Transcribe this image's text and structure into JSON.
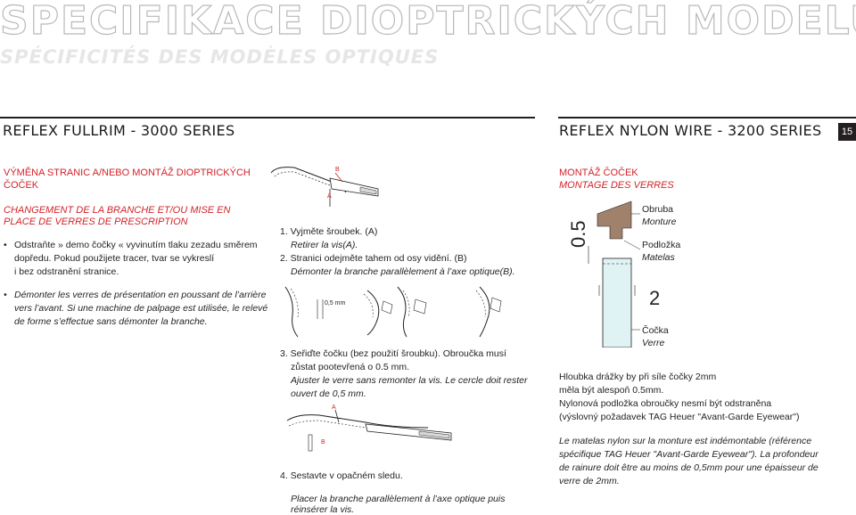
{
  "header": {
    "title": "SPECIFIKACE DIOPTRICKÝCH MODELŮ",
    "subtitle": "SPÉCIFICITÉS DES MODÈLES OPTIQUES"
  },
  "left_series": "REFLEX FULLRIM - 3000 SERIES",
  "right_series": "REFLEX NYLON WIRE - 3200 SERIES",
  "page_number": "15",
  "left": {
    "heading_cz_1": "VÝMĚNA STRANIC A/NEBO MONTÁŽ DIOPTRICKÝCH",
    "heading_cz_2": "ČOČEK",
    "heading_fr_1": "CHANGEMENT DE LA BRANCHE ET/OU MISE EN",
    "heading_fr_2": "PLACE DE VERRES DE PRESCRIPTION",
    "bullet_cz_1": "Odstraňte » demo čočky « vyvinutím tlaku zezadu směrem",
    "bullet_cz_2": "dopředu. Pokud použijete tracer, tvar se vykreslí",
    "bullet_cz_3": "i bez odstranění stranice.",
    "bullet_fr_1": "Démonter les verres de présentation en poussant de l’arrière",
    "bullet_fr_2": "vers l’avant. Si une machine de palpage est utilisée, le relevé",
    "bullet_fr_3": "de forme s’effectue sans démonter la branche."
  },
  "middle": {
    "label_a": "A",
    "label_b": "B",
    "step1_cz": "1. Vyjměte šroubek. (A)",
    "step1_fr": "Retirer la vis(A).",
    "step2_cz": "2. Stranici odejměte tahem od osy vidění. (B)",
    "step2_fr": "Démonter la branche parallèlement à l’axe optique(B).",
    "gap_label": "0,5 mm",
    "step3_cz_1": "3. Seřiďte čočku (bez použití šroubku). Obroučka musí",
    "step3_cz_2": "zůstat pootevřená o 0.5 mm.",
    "step3_fr_1": "Ajuster le verre sans remonter la vis. Le cercle doit rester",
    "step3_fr_2": "ouvert de 0,5 mm.",
    "step4_cz": "4. Sestavte v opačném sledu.",
    "step4_fr_1": "Placer la branche parallèlement à l’axe optique puis",
    "step4_fr_2": "réinsérer la vis."
  },
  "right": {
    "heading_cz": "MONTÁŽ ČOČEK",
    "heading_fr": "MONTAGE DES VERRES",
    "dim_05": "0.5",
    "dim_2": "2",
    "obruba": "Obruba",
    "monture": "Monture",
    "podlozka": "Podložka",
    "matelas": "Matelas",
    "cocka": "Čočka",
    "verre": "Verre",
    "cz_1": "Hloubka drážky by při síle čočky 2mm",
    "cz_2": "měla být alespoň 0.5mm.",
    "cz_3": "Nylonová podložka obroučky nesmí být odstraněna",
    "cz_4": "(výslovný požadavek TAG Heuer \"Avant-Garde Eyewear\")",
    "fr_1": "Le matelas nylon sur la monture est indémontable (référence",
    "fr_2": "spécifique TAG Heuer \"Avant-Garde Eyewear\"). La profondeur",
    "fr_3": "de rainure doit être au moins de 0,5mm pour une épaisseur de",
    "fr_4": "verre de 2mm."
  },
  "colors": {
    "accent_red": "#d2232a",
    "text": "#231f20",
    "frame_brown": "#a0816b",
    "lens_cyan": "#dff3f4"
  }
}
